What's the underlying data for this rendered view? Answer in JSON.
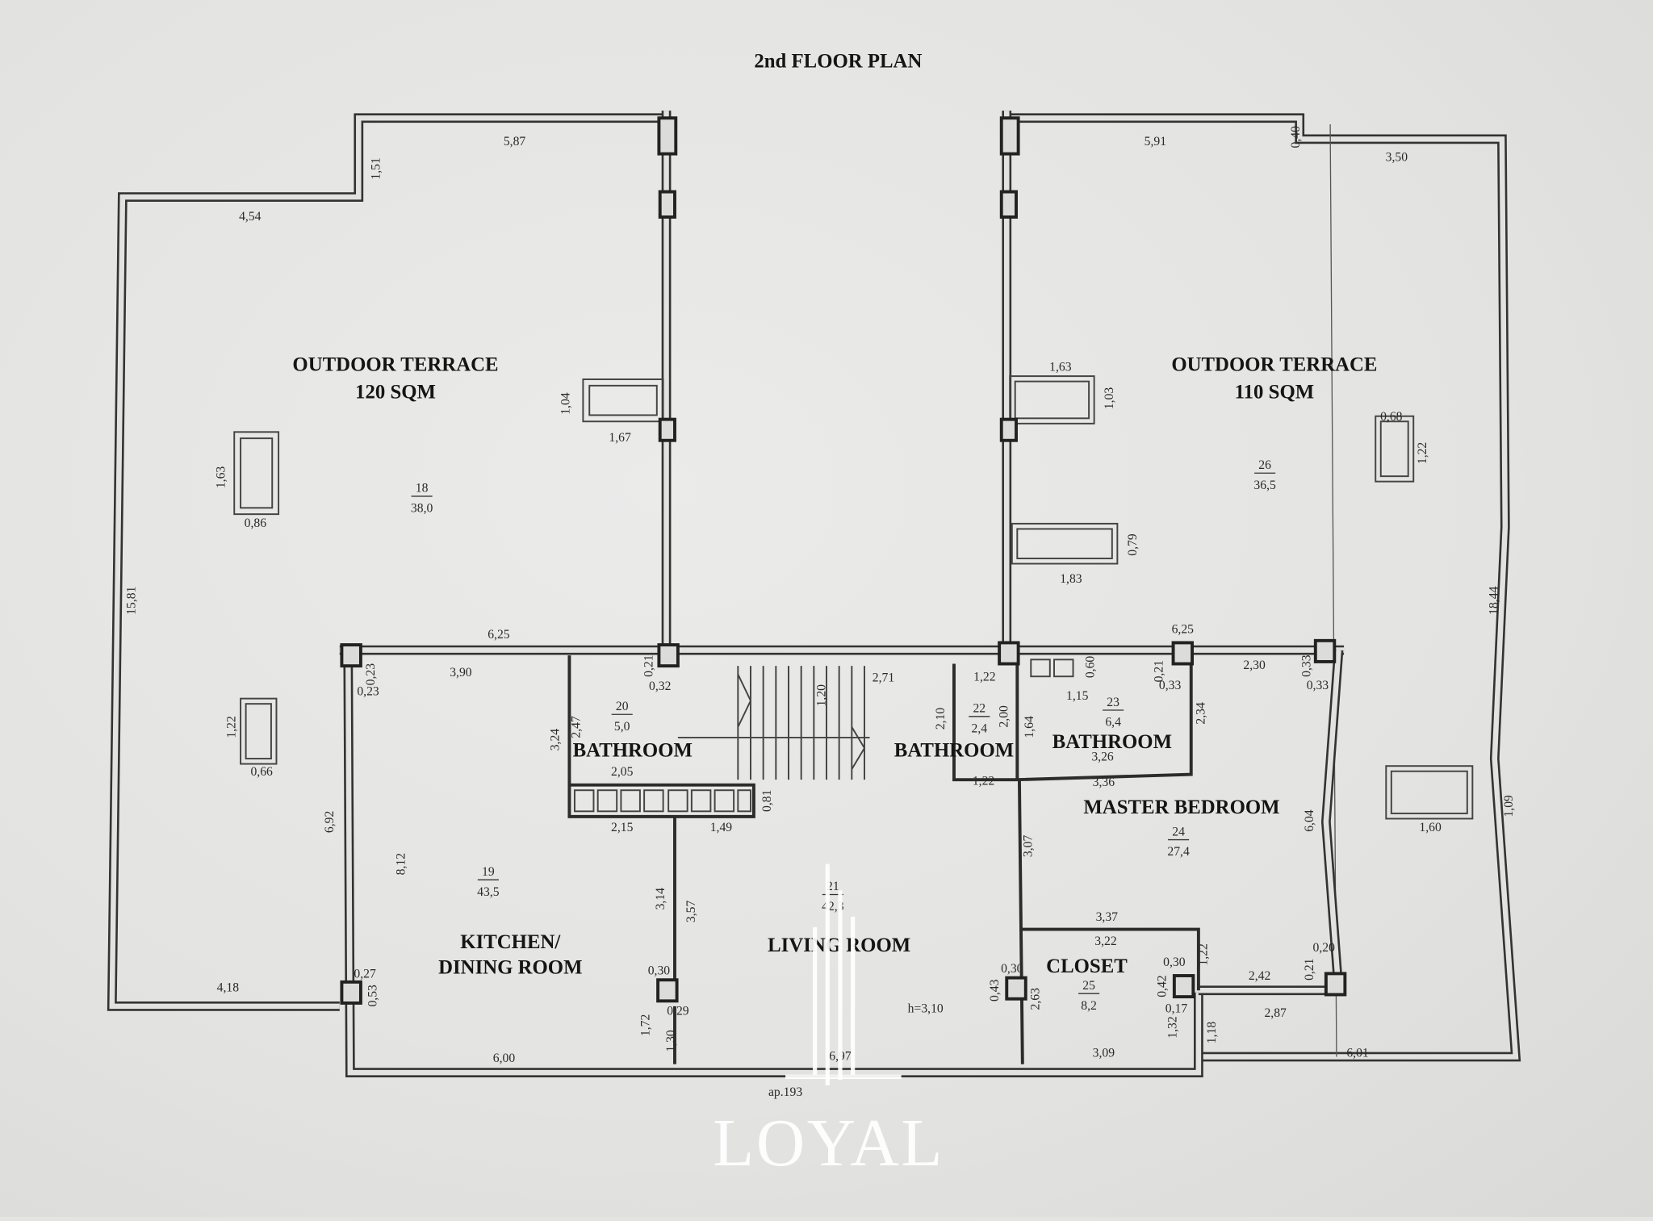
{
  "title": "2nd FLOOR PLAN",
  "rooms": [
    {
      "name": "OUTDOOR TERRACE",
      "sub": "120 SQM",
      "number": "18",
      "area": "38,0"
    },
    {
      "name": "OUTDOOR TERRACE",
      "sub": "110 SQM",
      "number": "26",
      "area": "36,5"
    },
    {
      "name": "KITCHEN/",
      "sub": "DINING ROOM",
      "number": "19",
      "area": "43,5"
    },
    {
      "name": "BATHROOM",
      "number": "20",
      "area": "5,0"
    },
    {
      "name": "LIVING ROOM",
      "number": "21",
      "area": "42,3"
    },
    {
      "name": "BATHROOM",
      "number": "22",
      "area": "2,4"
    },
    {
      "name": "BATHROOM",
      "number": "23",
      "area": "6,4"
    },
    {
      "name": "MASTER BEDROOM",
      "number": "24",
      "area": "27,4"
    },
    {
      "name": "CLOSET",
      "number": "25",
      "area": "8,2"
    }
  ],
  "dims": [
    "5,87",
    "1,51",
    "4,54",
    "1,04",
    "1,67",
    "1,63",
    "0,86",
    "15,81",
    "1,22",
    "0,66",
    "4,18",
    "5,91",
    "0,40",
    "3,50",
    "1,63",
    "1,03",
    "0,68",
    "1,22",
    "0,79",
    "1,83",
    "18,44",
    "1,09",
    "1,60",
    "6,25",
    "3,90",
    "0,23",
    "0,23",
    "0,21",
    "0,32",
    "3,24",
    "2,47",
    "2,05",
    "0,81",
    "2,15",
    "1,49",
    "6,92",
    "8,12",
    "3,14",
    "3,57",
    "0,30",
    "0,27",
    "0,53",
    "0,29",
    "1,72",
    "1,30",
    "6,00",
    "6,97",
    "ap.193",
    "1,20",
    "2,71",
    "1,22",
    "2,10",
    "2,00",
    "1,64",
    "0,60",
    "1,15",
    "3,26",
    "1,22",
    "3,36",
    "6,25",
    "2,30",
    "0,21",
    "0,33",
    "0,33",
    "0,33",
    "2,34",
    "6,04",
    "3,07",
    "3,37",
    "3,22",
    "0,30",
    "0,30",
    "1,22",
    "0,20",
    "0,21",
    "2,42",
    "0,43",
    "0,42",
    "2,63",
    "h=3,10",
    "0,17",
    "2,87",
    "1,32",
    "1,18",
    "3,09",
    "6,01"
  ],
  "watermark": {
    "brand": "LOYAL"
  }
}
